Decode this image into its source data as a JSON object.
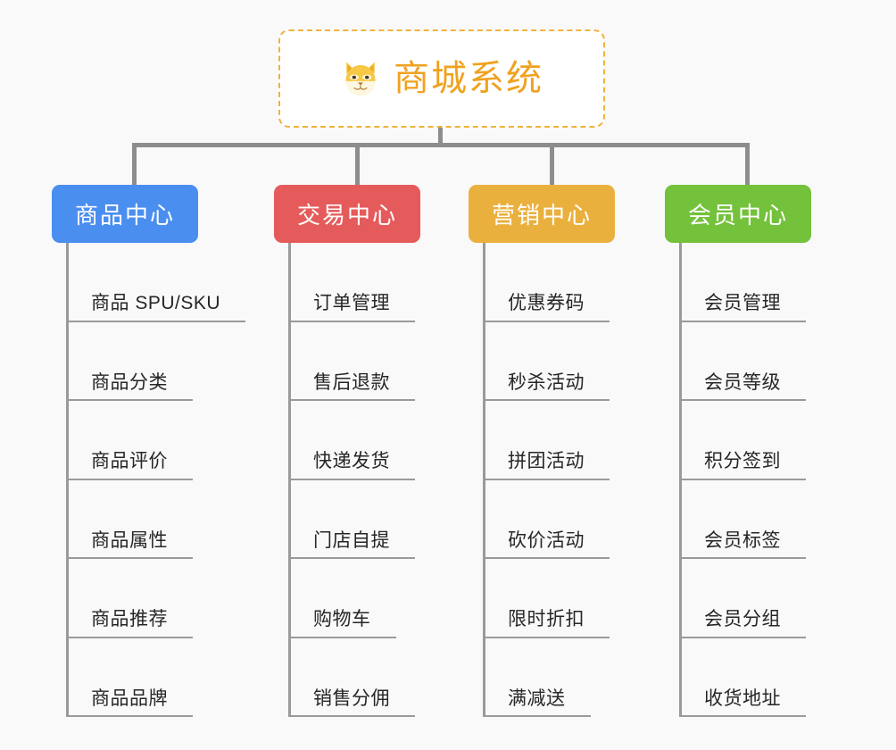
{
  "canvas": {
    "background": "#f9f9f9",
    "connector_color": "#8d8d8d"
  },
  "root": {
    "title": "商城系统",
    "icon": "shiba-inu-dog-face-emoji",
    "text_color": "#efa21f",
    "border_color": "#f0b23c",
    "background": "#ffffff"
  },
  "columns": [
    {
      "header": "商品中心",
      "color": "#4a8ef0",
      "items": [
        "商品 SPU/SKU",
        "商品分类",
        "商品评价",
        "商品属性",
        "商品推荐",
        "商品品牌"
      ]
    },
    {
      "header": "交易中心",
      "color": "#e55b5b",
      "items": [
        "订单管理",
        "售后退款",
        "快递发货",
        "门店自提",
        "购物车",
        "销售分佣"
      ]
    },
    {
      "header": "营销中心",
      "color": "#eab03e",
      "items": [
        "优惠券码",
        "秒杀活动",
        "拼团活动",
        "砍价活动",
        "限时折扣",
        "满减送"
      ]
    },
    {
      "header": "会员中心",
      "color": "#74c13c",
      "items": [
        "会员管理",
        "会员等级",
        "积分签到",
        "会员标签",
        "会员分组",
        "收货地址"
      ]
    }
  ]
}
